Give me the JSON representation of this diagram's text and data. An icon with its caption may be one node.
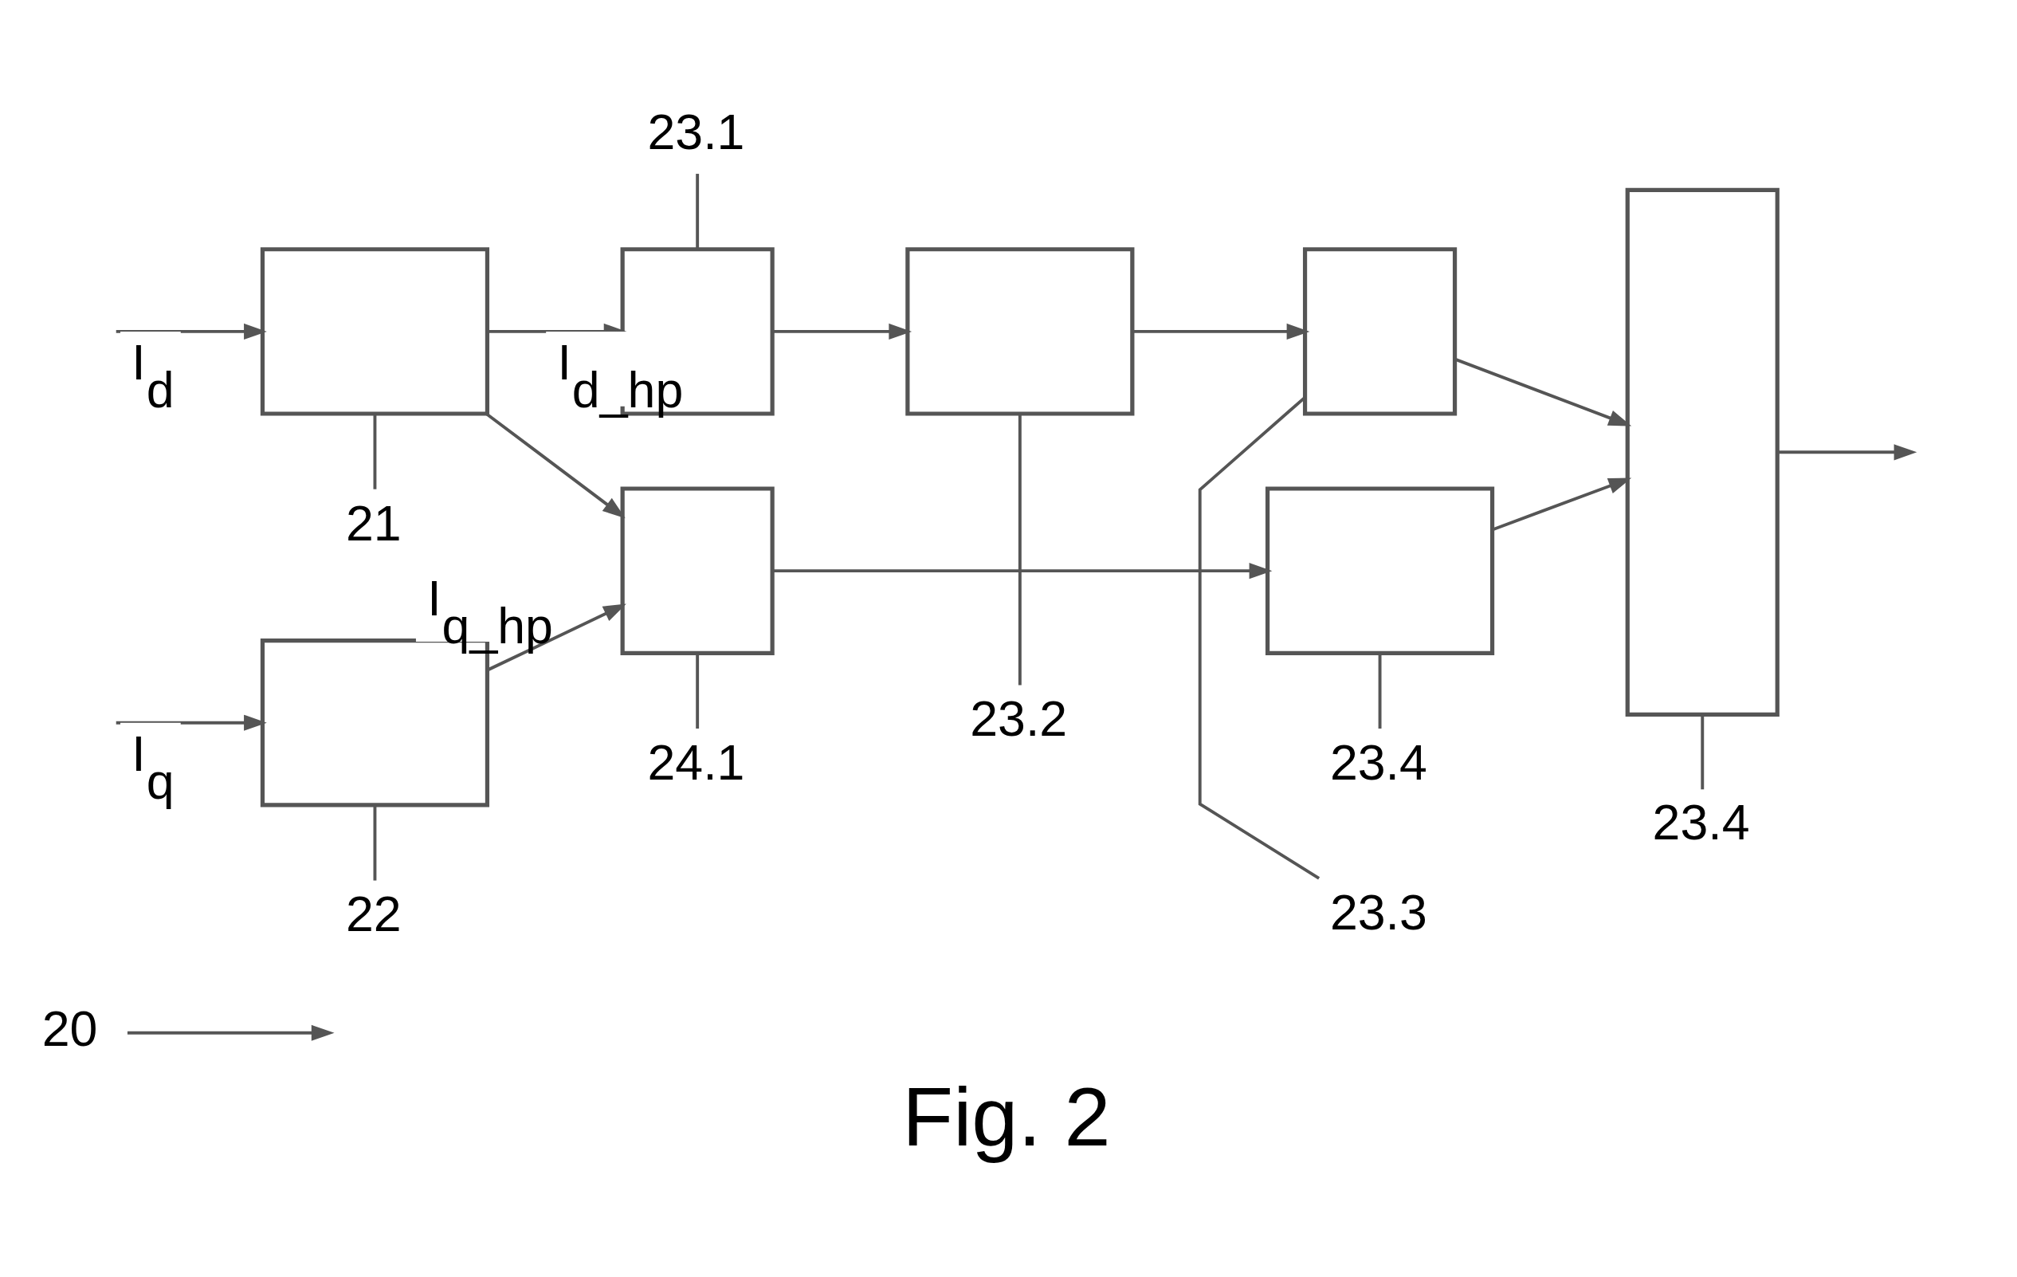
{
  "diagram": {
    "caption": "Fig. 2",
    "nodes": [
      {
        "text": [
          "20"
        ]
      },
      {
        "text": [
          "23.1"
        ]
      },
      {
        "text": [
          "23.2"
        ]
      },
      {
        "text": [
          "23.3"
        ]
      },
      {
        "text": [
          "23.4"
        ]
      },
      {
        "text": [
          "21"
        ]
      },
      {
        "text": [],
        "shape": "box"
      },
      {
        "text": [],
        "shape": "box"
      },
      {
        "text": [],
        "shape": "box"
      },
      {
        "text": [],
        "shape": "box"
      },
      {
        "text": [],
        "shape": "box"
      },
      {
        "text": [],
        "shape": "box"
      },
      {
        "text": [],
        "shape": "box"
      },
      {
        "text": [],
        "shape": "box"
      },
      {
        "text": [
          "24.1"
        ]
      },
      {
        "text": [
          "23.4"
        ]
      },
      {
        "text": [
          "22"
        ]
      }
    ],
    "edges": [
      {
        "from": null,
        "to": 10,
        "arrow": "to",
        "label": "I$_{d}$"
      },
      {
        "from": null,
        "to": 13,
        "arrow": "to",
        "label": "I$_{q}$"
      },
      {
        "from": 10,
        "to": 6,
        "arrow": "to",
        "label": "I$_{d_hp}$"
      },
      {
        "from": 10,
        "to": 11,
        "arrow": "to"
      },
      {
        "from": 13,
        "to": 11,
        "arrow": "to",
        "label": "I$_{q_hp}$"
      },
      {
        "from": 6,
        "to": 7,
        "arrow": "to"
      },
      {
        "from": 7,
        "to": 8,
        "arrow": "to"
      },
      {
        "from": 8,
        "to": 9,
        "arrow": "to"
      },
      {
        "from": 11,
        "to": 12,
        "arrow": "to"
      },
      {
        "from": 12,
        "to": 9,
        "arrow": "to"
      },
      {
        "from": 9,
        "to": null,
        "arrow": "to"
      },
      {
        "from": 0,
        "to": null,
        "arrow": "to"
      },
      {
        "from": 5,
        "to": 10,
        "arrow": "none"
      },
      {
        "from": 16,
        "to": 13,
        "arrow": "none"
      },
      {
        "from": 1,
        "to": 6,
        "arrow": "none"
      },
      {
        "from": 2,
        "to": 7,
        "arrow": "none"
      },
      {
        "from": 3,
        "to": 8,
        "arrow": "none"
      },
      {
        "from": 4,
        "to": 9,
        "arrow": "none"
      },
      {
        "from": 14,
        "to": 11,
        "arrow": "none"
      },
      {
        "from": 15,
        "to": 12,
        "arrow": "none"
      }
    ]
  }
}
